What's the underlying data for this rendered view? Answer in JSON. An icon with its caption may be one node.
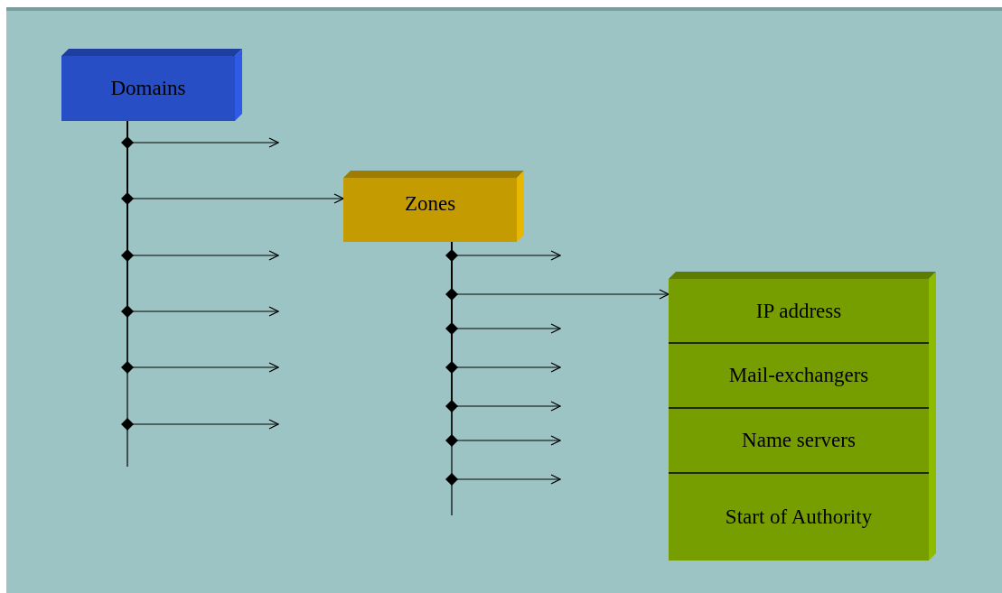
{
  "diagram": {
    "nodes": [
      {
        "text": [
          "Domains"
        ]
      },
      {
        "text": [
          "Zones"
        ]
      },
      {
        "text": [
          "IP address",
          "Mail-exchangers",
          "Name servers",
          "Start of Authority"
        ]
      }
    ],
    "edges": [
      {
        "from": 0,
        "to": null,
        "arrow": "to"
      },
      {
        "from": 0,
        "to": 1,
        "arrow": "to"
      },
      {
        "from": 0,
        "to": null,
        "arrow": "to"
      },
      {
        "from": 0,
        "to": null,
        "arrow": "to"
      },
      {
        "from": 0,
        "to": null,
        "arrow": "to"
      },
      {
        "from": 0,
        "to": null,
        "arrow": "to"
      },
      {
        "from": 1,
        "to": null,
        "arrow": "to"
      },
      {
        "from": 1,
        "to": 2,
        "arrow": "to"
      },
      {
        "from": 1,
        "to": null,
        "arrow": "to"
      },
      {
        "from": 1,
        "to": null,
        "arrow": "to"
      },
      {
        "from": 1,
        "to": null,
        "arrow": "to"
      },
      {
        "from": 1,
        "to": null,
        "arrow": "to"
      },
      {
        "from": 1,
        "to": null,
        "arrow": "to"
      }
    ]
  }
}
